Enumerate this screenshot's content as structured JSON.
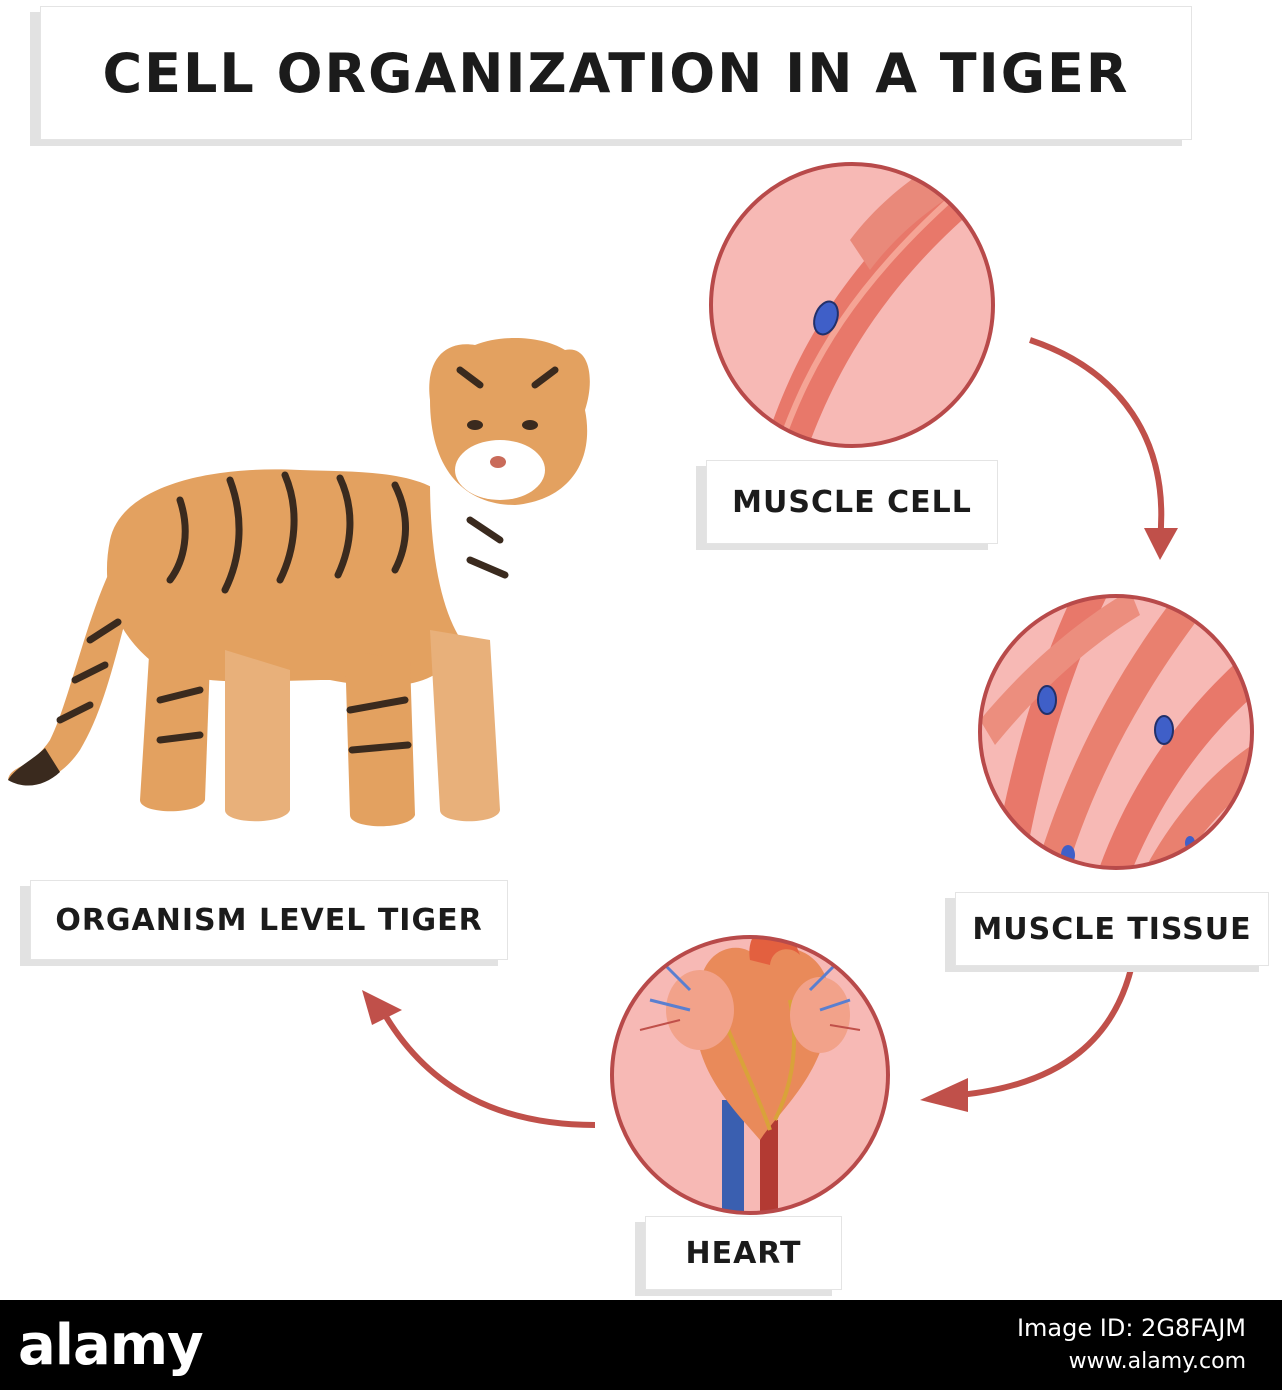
{
  "title": "CELL ORGANIZATION IN A TIGER",
  "labels": {
    "muscle_cell": "MUSCLE CELL",
    "muscle_tissue": "MUSCLE TISSUE",
    "organ": "HEART",
    "organism": "ORGANISM LEVEL TIGER"
  },
  "colors": {
    "arrow": "#c0504a",
    "circle_border": "#b84a4a",
    "circle_fill": "#f7b9b5",
    "muscle": "#e8786a",
    "nucleus": "#3f5fc8",
    "tiger_fur": "#e3a160",
    "stripe": "#3a2a1e"
  },
  "footer": {
    "logo": "alamy",
    "image_id_label": "Image ID:",
    "image_id": "2G8FAJM",
    "site": "www.alamy.com"
  }
}
